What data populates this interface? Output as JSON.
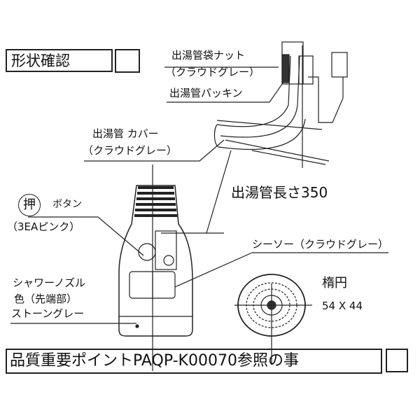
{
  "header": {
    "title": "形状確認"
  },
  "labels": {
    "nut": "出湯管袋ナット",
    "nut_color": "（クラウドグレー）",
    "packing": "出湯管パッキン",
    "cover": "出湯管 カバー",
    "cover_color": "（クラウドグレー）",
    "pipe_length": "出湯管長さ350",
    "push_mark": "押",
    "button": "ボタン",
    "button_color": "（3EAピンク）",
    "seesaw": "シーソー（クラウドグレー）",
    "nozzle": "シャワーノズル",
    "nozzle_tip": "色（先端部）",
    "nozzle_color": "ストーングレー",
    "ellipse": "楕円",
    "ellipse_size": "54 X 44"
  },
  "footer": {
    "note": "品質重要ポイントPAQP-K00070参照の事"
  }
}
